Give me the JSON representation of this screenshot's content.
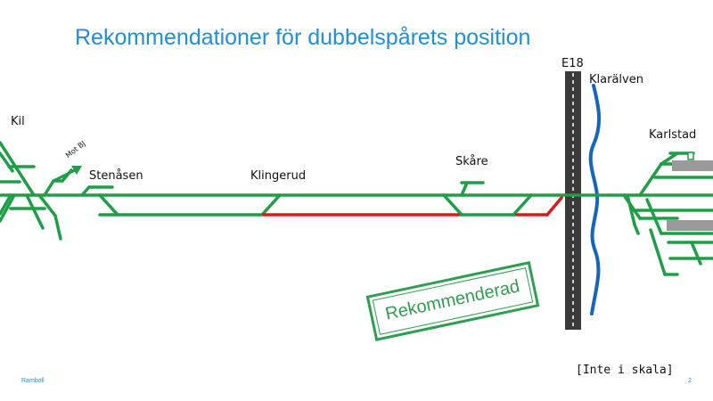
{
  "title": "Rekommendationer för dubbelspårets position",
  "places": {
    "kil": "Kil",
    "mot_bj": "Mot BJ",
    "stenasen": "Stenåsen",
    "klingerud": "Klingerud",
    "skare": "Skåre",
    "e18": "E18",
    "klaralven": "Klarälven",
    "karlstad": "Karlstad"
  },
  "stamp": "Rekommenderad",
  "scale_note": "[Inte i skala]",
  "footer": {
    "brand": "Ramboll",
    "page": "2"
  },
  "colors": {
    "track": "#1e9e46",
    "recommended": "#d91a1a",
    "river": "#1565c0",
    "road": "#3a3a3a",
    "title": "#1f8fd6"
  }
}
